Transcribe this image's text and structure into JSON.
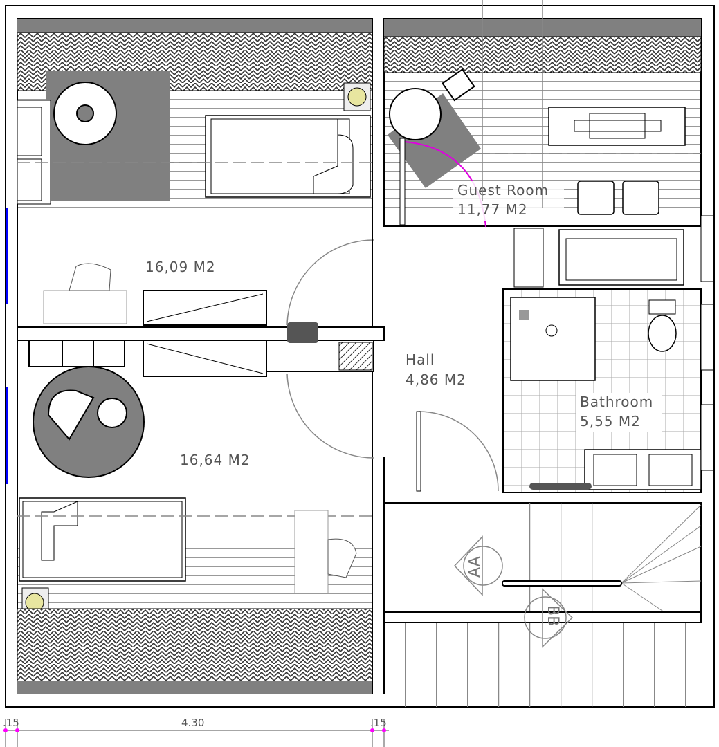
{
  "rooms": [
    {
      "name": "",
      "area": "16,09 M2"
    },
    {
      "name": "",
      "area": "16,64 M2"
    },
    {
      "name": "Guest Room",
      "area": "11,77 M2"
    },
    {
      "name": "Hall",
      "area": "4,86 M2"
    },
    {
      "name": "Bathroom",
      "area": "5,55 M2"
    }
  ],
  "section_marks": [
    "AA",
    "BB"
  ],
  "dimensions": [
    ".15",
    "4.30",
    ".15"
  ],
  "colors": {
    "wall": "#000000",
    "fill_dark": "#808080",
    "floor_line": "#999999",
    "door_swing": "#e000e0",
    "window": "#0000ff",
    "dim_point": "#ff00ff"
  }
}
